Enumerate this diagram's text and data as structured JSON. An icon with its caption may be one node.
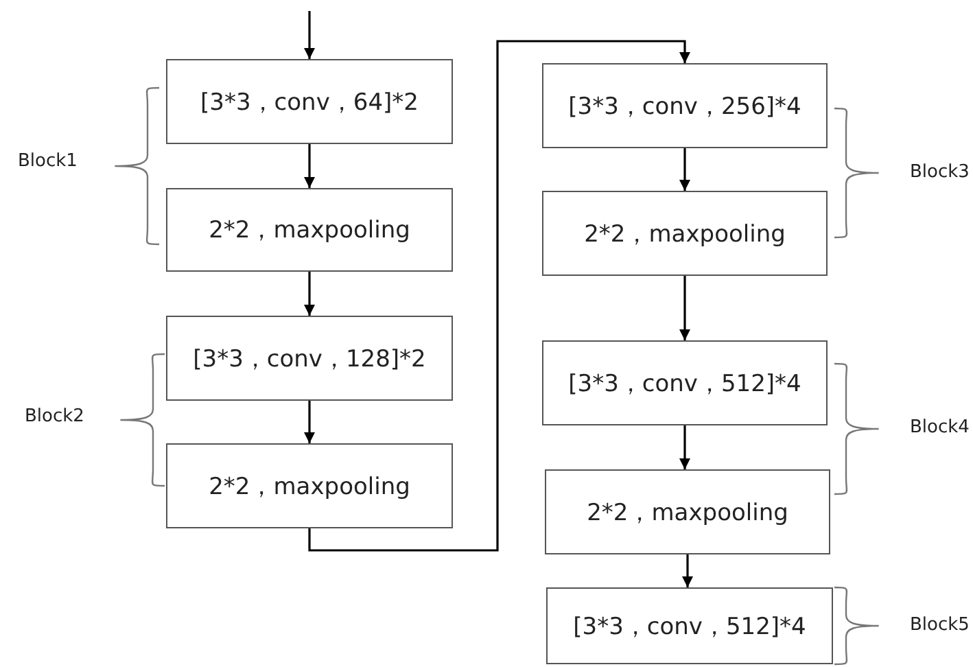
{
  "diagram": {
    "nodes": [
      {
        "text": [
          "[3*3，conv，64]*2"
        ]
      },
      {
        "text": [
          "2*2，maxpooling"
        ]
      },
      {
        "text": [
          "[3*3，conv，128]*2"
        ]
      },
      {
        "text": [
          "2*2，maxpooling"
        ]
      },
      {
        "text": [
          "[3*3，conv，256]*4"
        ]
      },
      {
        "text": [
          "2*2，maxpooling"
        ]
      },
      {
        "text": [
          "[3*3，conv，512]*4"
        ]
      },
      {
        "text": [
          "2*2，maxpooling"
        ]
      },
      {
        "text": [
          "[3*3，conv，512]*4"
        ]
      }
    ],
    "edges": [
      {
        "from": null,
        "to": 0,
        "arrow": "to"
      },
      {
        "from": 0,
        "to": 1,
        "arrow": "to"
      },
      {
        "from": 1,
        "to": 2,
        "arrow": "to"
      },
      {
        "from": 2,
        "to": 3,
        "arrow": "to"
      },
      {
        "from": 3,
        "to": 4,
        "arrow": "to"
      },
      {
        "from": 4,
        "to": 5,
        "arrow": "to"
      },
      {
        "from": 5,
        "to": 6,
        "arrow": "to"
      },
      {
        "from": 6,
        "to": 7,
        "arrow": "to"
      },
      {
        "from": 7,
        "to": 8,
        "arrow": "to"
      }
    ],
    "labels": [
      "Block1",
      "Block3",
      "Block2",
      "Block4",
      "Block5"
    ]
  }
}
